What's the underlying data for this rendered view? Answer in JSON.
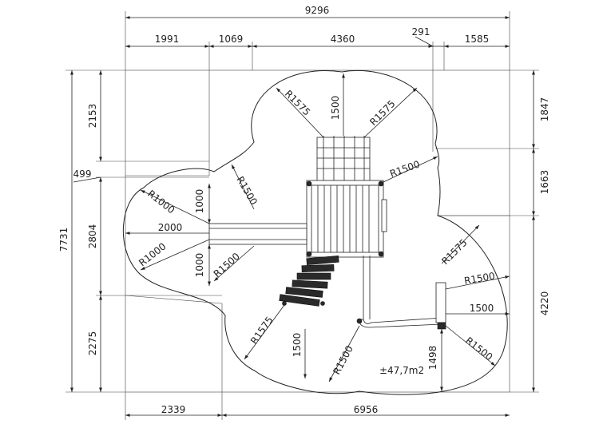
{
  "drawing": {
    "dimensions": {
      "total_width": "9296",
      "seg_1991": "1991",
      "seg_1069": "1069",
      "seg_4360": "4360",
      "seg_291": "291",
      "seg_1585": "1585",
      "total_height": "7731",
      "left_2153": "2153",
      "left_499": "499",
      "left_2804": "2804",
      "left_2275": "2275",
      "right_1847": "1847",
      "right_1663": "1663",
      "right_4220": "4220",
      "bottom_2339": "2339",
      "bottom_6956": "6956"
    },
    "labels": {
      "r1575_top_left": "R1575",
      "r1575_top_right": "R1575",
      "v1500_top": "1500",
      "r1500_upper_right": "R1500",
      "r1500_left_upper": "R1500",
      "r1000_upper": "R1000",
      "v1000_upper": "1000",
      "h2000": "2000",
      "r1000_lower": "R1000",
      "v1000_lower": "1000",
      "r1500_left_lower": "R1500",
      "r1575_right": "R1575",
      "r1500_right_mid": "R1500",
      "h1500_right": "1500",
      "r1500_right_low": "R1500",
      "r1575_bottom_left": "R1575",
      "v1500_bottom": "1500",
      "r1500_bottom": "R1500",
      "v1498": "1498",
      "area": "±47,7m2"
    }
  }
}
